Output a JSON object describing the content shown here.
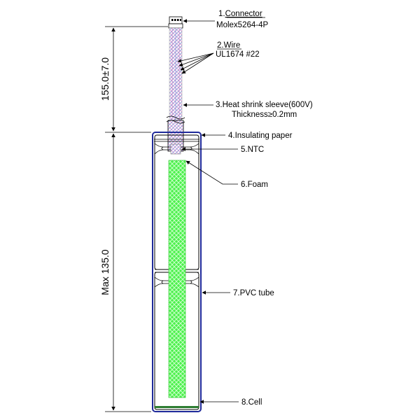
{
  "callouts": [
    {
      "number": "1.",
      "title": "Connector",
      "detail": "Molex5264-4P"
    },
    {
      "number": "2.",
      "title": "Wire",
      "detail": "UL1674 #22"
    },
    {
      "number": "3.",
      "title": "Heat shrink sleeve(600V)",
      "detail": "Thickness≥0.2mm"
    },
    {
      "number": "4.",
      "title": "Insulating paper"
    },
    {
      "number": "5.",
      "title": "NTC"
    },
    {
      "number": "6.",
      "title": "Foam"
    },
    {
      "number": "7.",
      "title": "PVC tube"
    },
    {
      "number": "8.",
      "title": "Cell"
    }
  ],
  "dimensions": {
    "lead_length": "155.0±7.0",
    "body_length": "Max 135.0"
  },
  "colors": {
    "pvc_tube": "#1f2a9a",
    "foam": "#39e639",
    "cell_base": "#2e7d32",
    "wire_pink": "#d98fd0",
    "wire_blue": "#8a9ad8",
    "line": "#000000"
  }
}
